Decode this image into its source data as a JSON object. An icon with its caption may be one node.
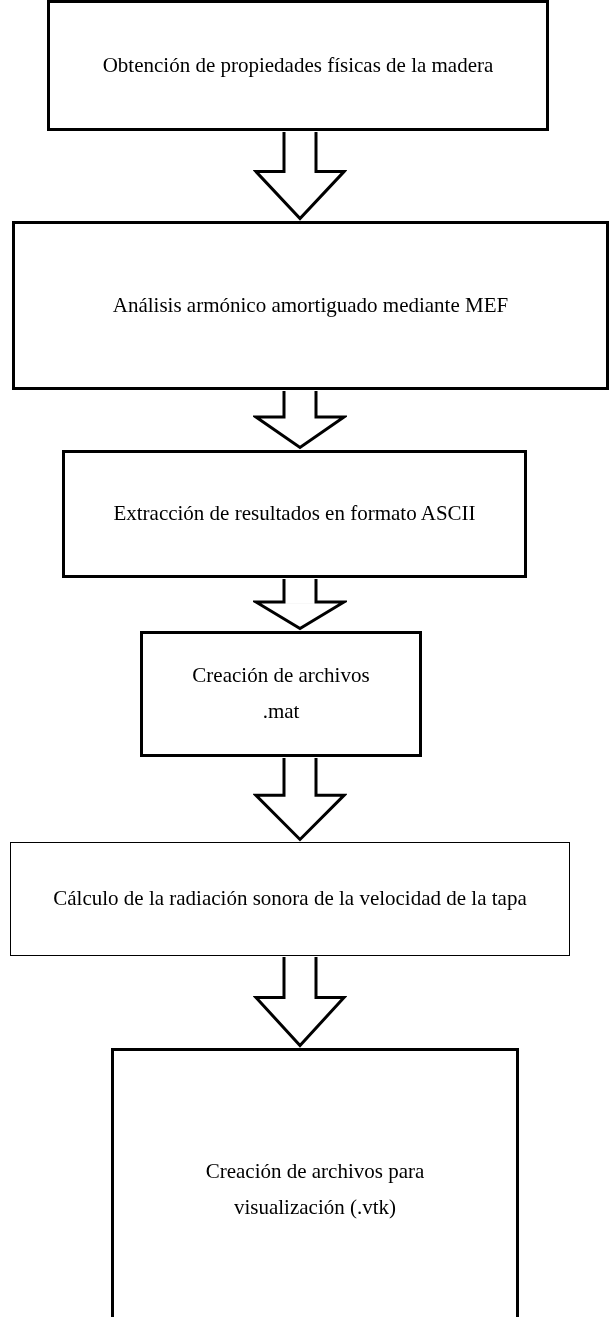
{
  "diagram": {
    "nodes": [
      {
        "text": [
          "Obtención de propiedades físicas de la madera"
        ]
      },
      {
        "text": [
          "Análisis armónico amortiguado mediante MEF"
        ]
      },
      {
        "text": [
          "Extracción de resultados en formato ASCII"
        ]
      },
      {
        "text": [
          "Creación de archivos .mat"
        ]
      },
      {
        "text": [
          "Cálculo de la radiación sonora de la velocidad de la tapa"
        ]
      },
      {
        "text": [
          "Creación de archivos para visualización (.vtk)"
        ]
      }
    ],
    "edges": [
      {
        "from": 0,
        "to": 1,
        "arrow": "to"
      },
      {
        "from": 1,
        "to": 2,
        "arrow": "to"
      },
      {
        "from": 2,
        "to": 3,
        "arrow": "to"
      },
      {
        "from": 3,
        "to": 4,
        "arrow": "to"
      },
      {
        "from": 4,
        "to": 5,
        "arrow": "to"
      }
    ]
  }
}
